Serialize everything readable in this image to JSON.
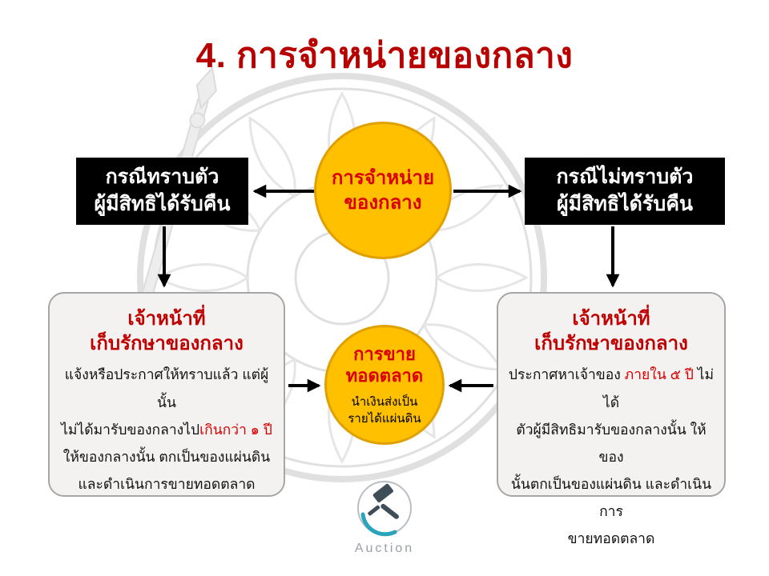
{
  "slide_title": "4. การจำหน่ายของกลาง",
  "flow": {
    "top_circle": {
      "line1": "การจำหน่าย",
      "line2": "ของกลาง"
    },
    "known_case_box": {
      "line1": "กรณีทราบตัว",
      "line2": "ผู้มีสิทธิได้รับคืน"
    },
    "unknown_case_box": {
      "line1": "กรณีไม่ทราบตัว",
      "line2": "ผู้มีสิทธิได้รับคืน"
    },
    "left_panel": {
      "heading_line1": "เจ้าหน้าที่",
      "heading_line2": "เก็บรักษาของกลาง",
      "body_line1": "แจ้งหรือประกาศให้ทราบแล้ว  แต่ผู้นั้น",
      "body_line2_black": "ไม่ได้มารับของกลางไป",
      "body_line2_red": "เกินกว่า ๑ ปี",
      "body_line3": "ให้ของกลางนั้น ตกเป็นของแผ่นดิน",
      "body_line4": "และดำเนินการขายทอดตลาด"
    },
    "auction_circle": {
      "heading_line1": "การขาย",
      "heading_line2": "ทอดตลาด",
      "sub_line1": "นำเงินส่งเป็น",
      "sub_line2": "รายได้แผ่นดิน"
    },
    "right_panel": {
      "heading_line1": "เจ้าหน้าที่",
      "heading_line2": "เก็บรักษาของกลาง",
      "body_line1_black": "ประกาศหาเจ้าของ ",
      "body_line1_red": "ภายใน ๕ ปี",
      "body_line1_after": " ไม่ได้",
      "body_line2": "ตัวผู้มีสิทธิมารับของกลางนั้น  ให้ของ",
      "body_line3": "นั้นตกเป็นของแผ่นดิน  และดำเนินการ",
      "body_line4": "ขายทอดตลาด"
    }
  },
  "logo": {
    "label": "Auction"
  },
  "colors": {
    "title_red": "#B80000",
    "accent_red": "#D90000",
    "circle_fill": "#FFC000",
    "circle_border": "#E0A000",
    "box_fill": "#000000",
    "box_text": "#FFFFFF",
    "panel_fill": "#F3F2F1",
    "panel_border": "#A6A6A6",
    "logo_teal": "#2AA3BD",
    "logo_dark": "#3E4E58",
    "logo_text": "#9AA0A5"
  }
}
